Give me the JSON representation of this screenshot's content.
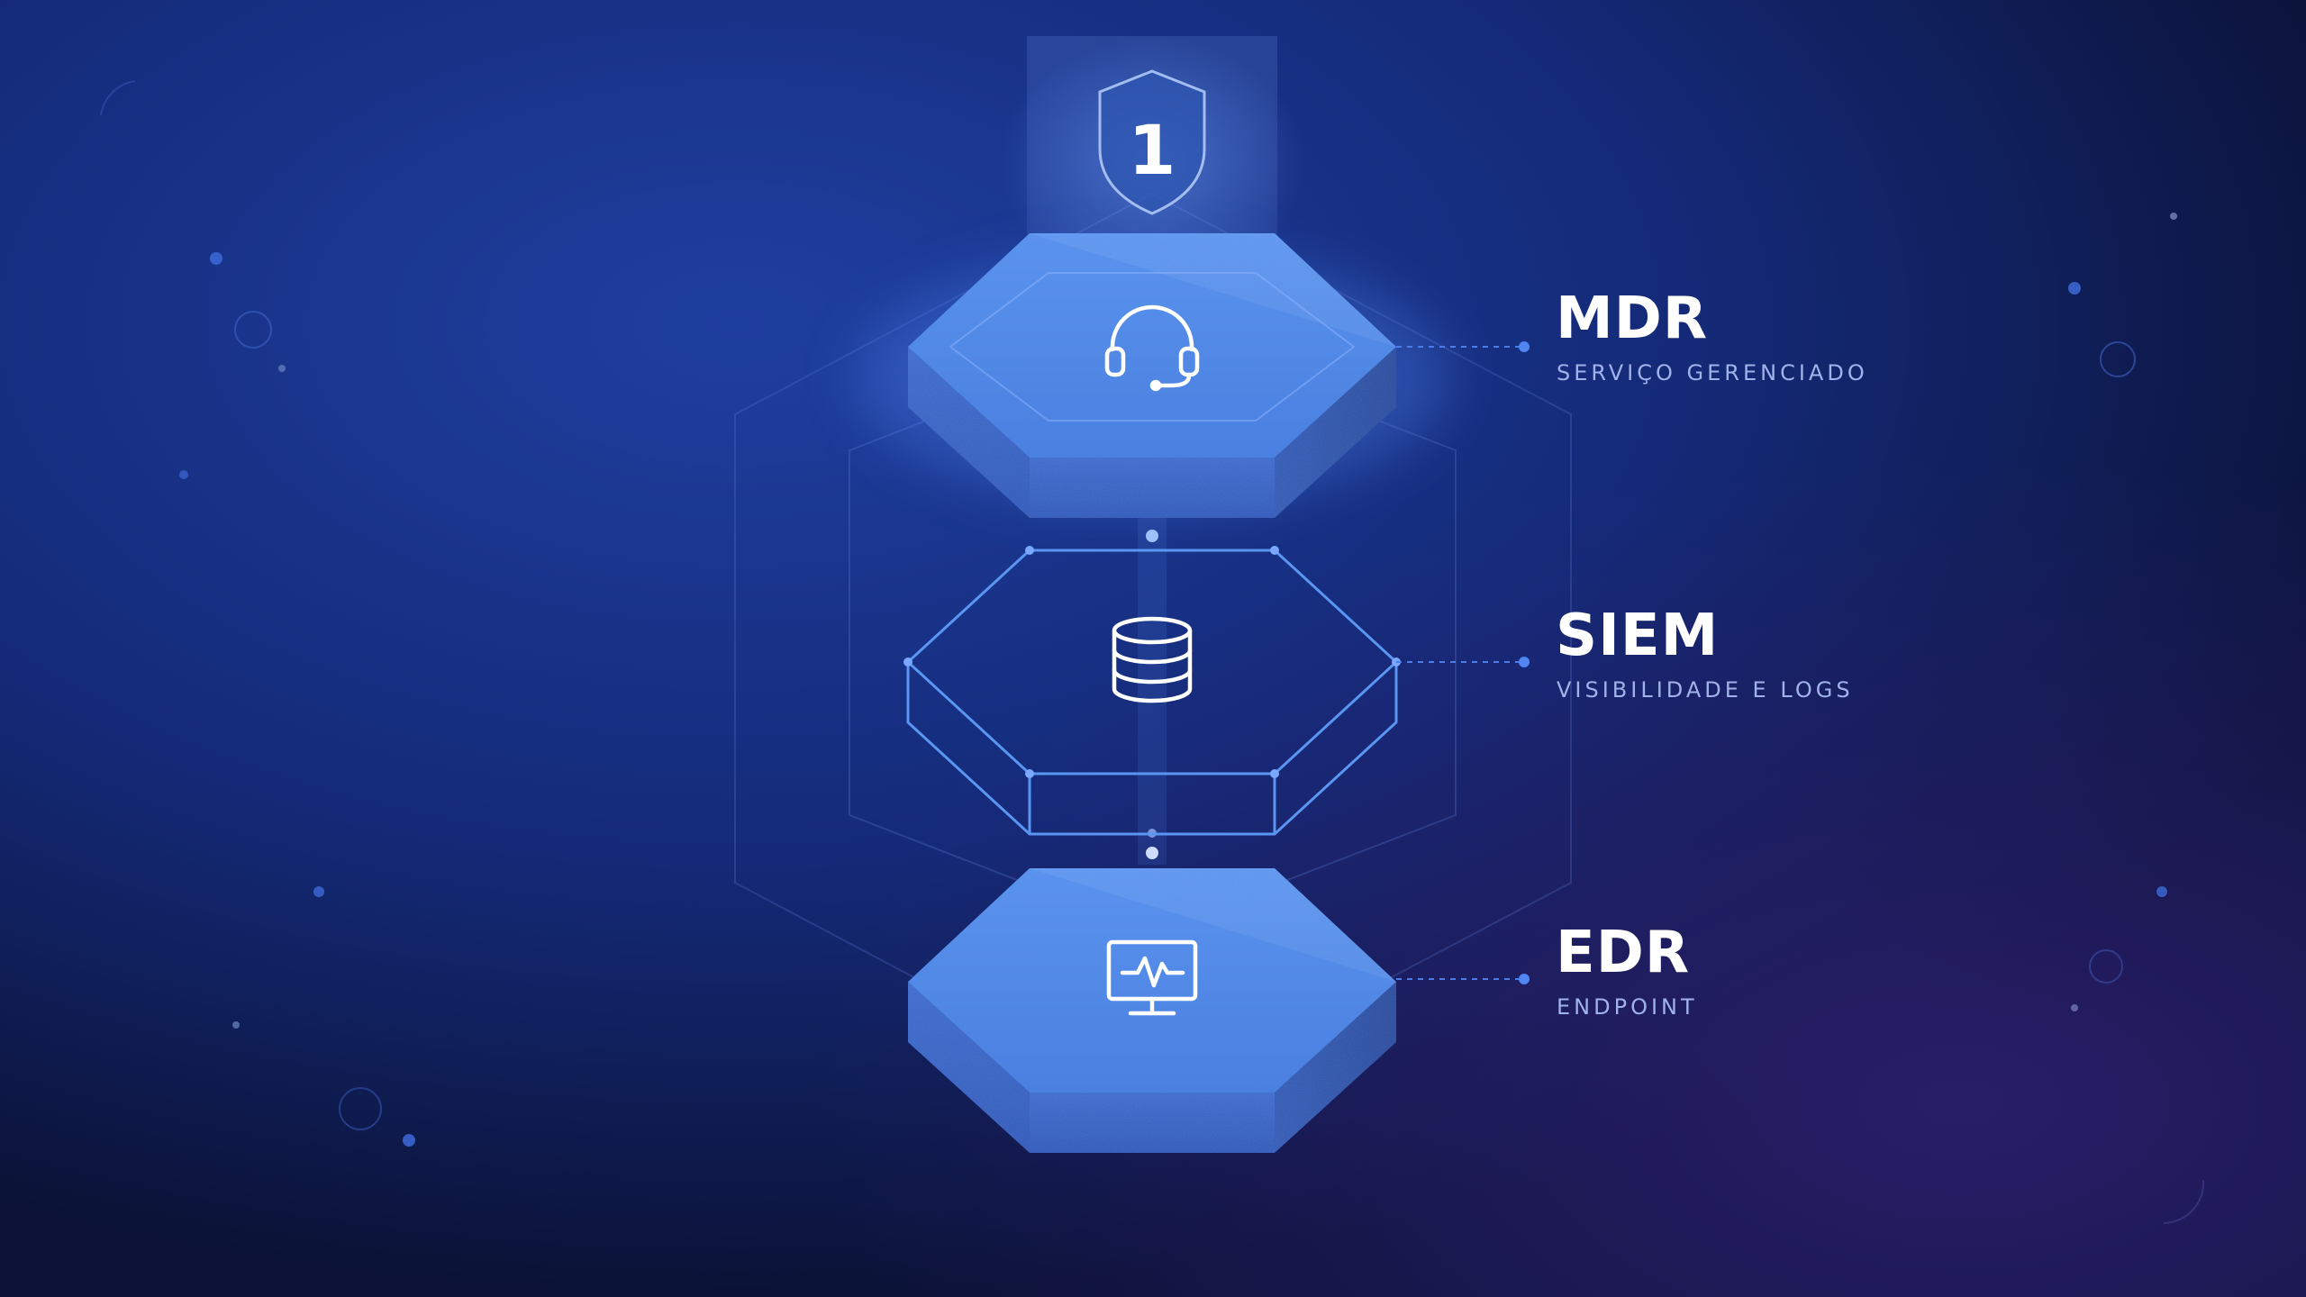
{
  "badge": {
    "number": "1",
    "icon": "shield-icon"
  },
  "layers": [
    {
      "id": "mdr",
      "title": "MDR",
      "subtitle": "SERVIÇO GERENCIADO",
      "icon": "headset-icon",
      "style": "solid"
    },
    {
      "id": "siem",
      "title": "SIEM",
      "subtitle": "VISIBILIDADE E LOGS",
      "icon": "database-icon",
      "style": "outline"
    },
    {
      "id": "edr",
      "title": "EDR",
      "subtitle": "ENDPOINT",
      "icon": "monitor-heartbeat-icon",
      "style": "solid"
    }
  ],
  "colors": {
    "background_center": "#1f3fa0",
    "background_edge": "#0b1236",
    "accent_purple": "#2b1f6e",
    "hex_top": "#5088e6",
    "hex_front": "#3562c6",
    "hex_right": "#2a4ea8",
    "outline": "#5a95f2",
    "subtitle": "#9fb2ea",
    "connector": "#4b7ce8"
  }
}
